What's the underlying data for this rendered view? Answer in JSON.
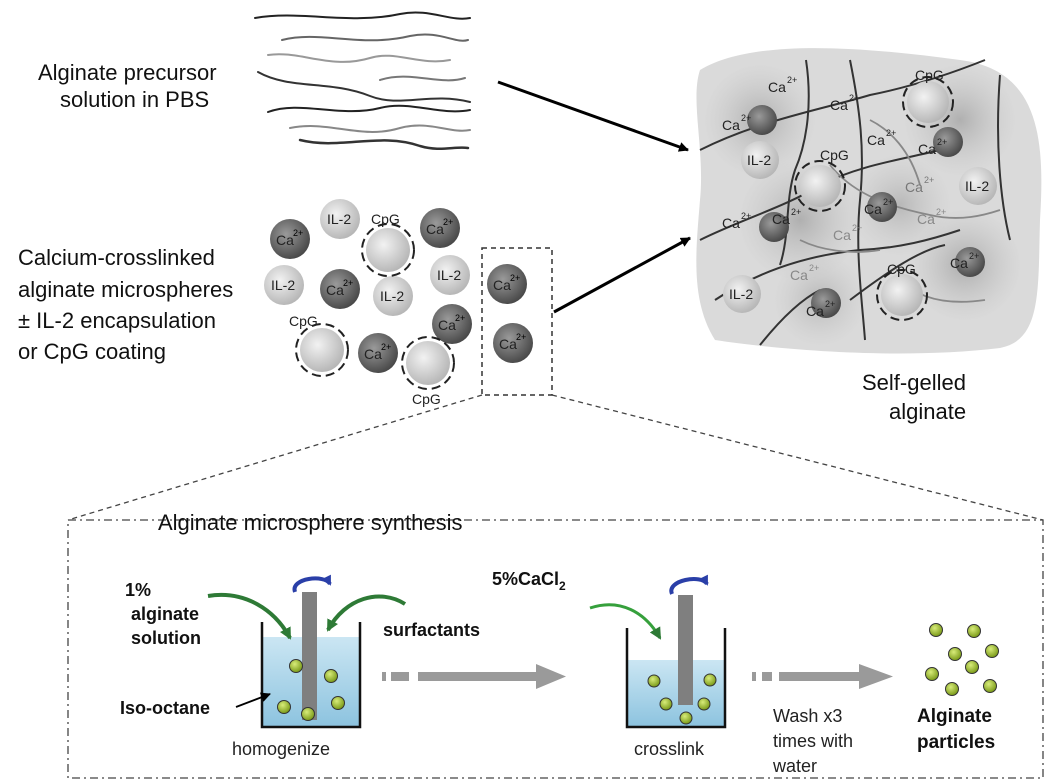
{
  "labels": {
    "precursor": [
      "Alginate precursor",
      "solution in PBS"
    ],
    "microspheres": [
      "Calcium-crosslinked",
      "alginate microspheres",
      "± IL-2 encapsulation",
      "or CpG coating"
    ],
    "self_gelled": [
      "Self-gelled",
      "alginate"
    ],
    "synthesis_title": "Alginate microsphere synthesis",
    "alginate_solution": [
      "1%",
      "alginate",
      "solution"
    ],
    "surfactants": "surfactants",
    "iso_octane": "Iso-octane",
    "homogenize": "homogenize",
    "cacl2_main": "5%CaCl",
    "cacl2_sub": "2",
    "crosslink": "crosslink",
    "wash": [
      "Wash x3",
      "times with",
      "water"
    ],
    "particles": [
      "Alginate",
      "particles"
    ]
  },
  "species": {
    "ca_main": "Ca",
    "ca_sup": "2+",
    "il2": "IL-2",
    "cpg": "CpG"
  },
  "colors": {
    "beaker_liquid": "#a8d4ea",
    "particle": "#9bbd2a",
    "curved_arrow": "#2e7a36",
    "stirrer_arrow": "#2a3fa8",
    "gel_blob": "#d9d9d9",
    "dark_sphere": "#555555",
    "light_sphere": "#c4c4c4"
  }
}
